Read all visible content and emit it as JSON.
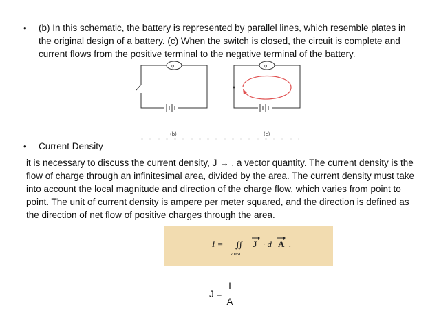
{
  "bullets": {
    "symbol": "•",
    "first": "(b) In this schematic, the battery is represented by parallel lines, which resemble plates in the original design of a battery. (c) When the switch is closed, the circuit is complete and current flows from the positive terminal to the negative terminal of the battery.",
    "second": "Current Density"
  },
  "figure": {
    "label_b": "(b)",
    "label_c": "(c)"
  },
  "paragraph": "it is necessary to discuss the current density, J → , a vector quantity. The current density is the flow of charge through an infinitesimal area, divided by the area. The current density must take into account the local magnitude and direction of the charge flow, which varies from point to point. The unit of current density is ampere per meter squared, and the direction is defined as the direction of net flow of positive charges through the area.",
  "equation": {
    "lhs": "I =",
    "integral": "∬",
    "subscript": "area",
    "vector_j": "J",
    "dot_d": "· d",
    "vector_a": "A",
    "end": ".",
    "colors": {
      "background": "#f2dcb0"
    }
  },
  "fraction": {
    "lhs": "J =",
    "numerator": "I",
    "denominator": "A"
  }
}
